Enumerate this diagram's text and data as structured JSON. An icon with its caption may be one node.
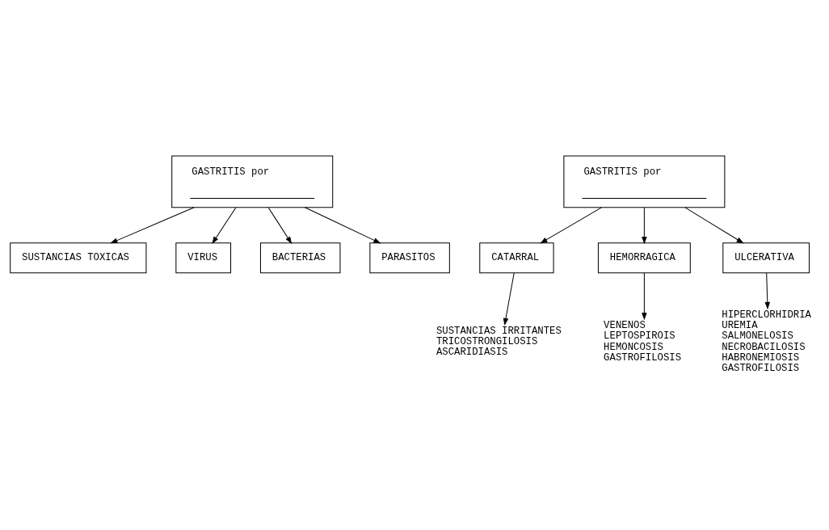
{
  "diagram": {
    "nodes": [
      {
        "text": [
          "GASTRITIS por"
        ]
      },
      {
        "text": [
          "SUSTANCIAS TOXICAS"
        ]
      },
      {
        "text": [
          "VIRUS"
        ]
      },
      {
        "text": [
          "BACTERIAS"
        ]
      },
      {
        "text": [
          "PARASITOS"
        ]
      },
      {
        "text": [
          "GASTRITIS por"
        ]
      },
      {
        "text": [
          "CATARRAL"
        ]
      },
      {
        "text": [
          "HEMORRAGICA"
        ]
      },
      {
        "text": [
          "ULCERATIVA"
        ]
      },
      {
        "text": [
          "SUSTANCIAS IRRITANTES",
          "TRICOSTRONGILOSIS",
          "ASCARIDIASIS"
        ]
      },
      {
        "text": [
          "VENENOS",
          "LEPTOSPIROIS",
          "HEMONCOSIS",
          "GASTROFILOSIS"
        ]
      },
      {
        "text": [
          "HIPERCLORHIDRIA",
          "UREMIA",
          "SALMONELOSIS",
          "NECROBACILOSIS",
          "HABRONEMIOSIS",
          "GASTROFILOSIS"
        ]
      }
    ],
    "edges": [
      {
        "from": 0,
        "to": 1,
        "arrow": "to"
      },
      {
        "from": 0,
        "to": 2,
        "arrow": "to"
      },
      {
        "from": 0,
        "to": 3,
        "arrow": "to"
      },
      {
        "from": 0,
        "to": 4,
        "arrow": "to"
      },
      {
        "from": 5,
        "to": 6,
        "arrow": "to"
      },
      {
        "from": 5,
        "to": 7,
        "arrow": "to"
      },
      {
        "from": 5,
        "to": 8,
        "arrow": "to"
      },
      {
        "from": 6,
        "to": 9,
        "arrow": "to"
      },
      {
        "from": 7,
        "to": 10,
        "arrow": "to"
      },
      {
        "from": 8,
        "to": 11,
        "arrow": "to"
      }
    ]
  }
}
